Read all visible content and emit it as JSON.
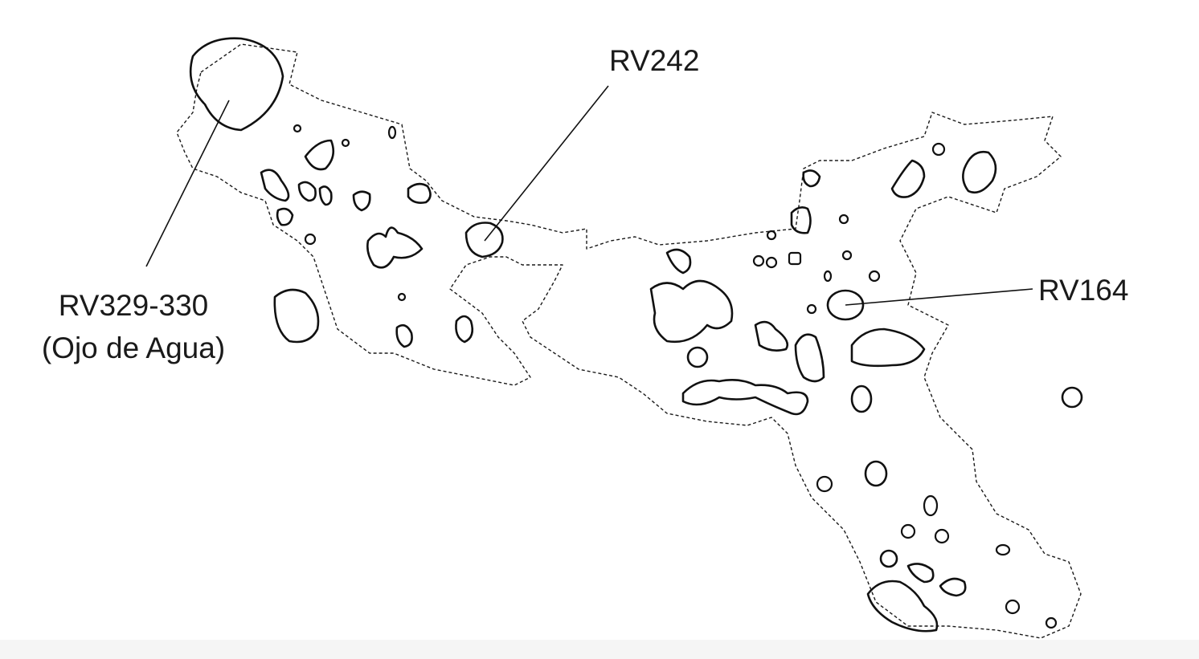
{
  "labels": {
    "rv242": "RV242",
    "rv164": "RV164",
    "rv329_line1": "RV329-330",
    "rv329_line2": "(Ojo de Agua)"
  },
  "colors": {
    "background": "#ffffff",
    "ink": "#111111"
  },
  "legend_style": {
    "boundary": "dashed",
    "features": "solid"
  }
}
